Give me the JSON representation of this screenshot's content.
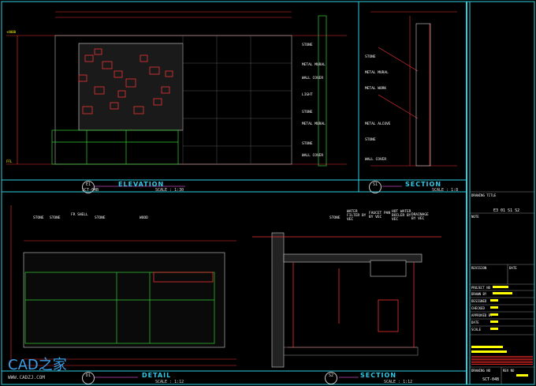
{
  "elevation": {
    "ref": "E1",
    "sheet": "SCT-04B",
    "title": "ELEVATION",
    "scale": "SCALE :  1:30"
  },
  "section_top": {
    "ref": "S1",
    "title": "SECTION",
    "scale": "SCALE :  1:8"
  },
  "detail": {
    "ref": "D1",
    "title": "DETAIL",
    "scale": "SCALE :  1:12"
  },
  "section_bottom": {
    "ref": "S2",
    "title": "SECTION",
    "scale": "SCALE :  1:12"
  },
  "elevation_labels": [
    "STONE",
    "METAL MURAL",
    "WALL COVER",
    "LIGHT",
    "STONE",
    "METAL MURAL",
    "STONE",
    "WALL COVER"
  ],
  "section_labels": [
    "STONE",
    "METAL MURAL",
    "METAL WORK",
    "METAL ALCOVE",
    "STONE",
    "WALL COVER"
  ],
  "detail_labels": [
    "STONE",
    "STONE",
    "FR SHELL",
    "STONE",
    "WOOD"
  ],
  "section2_labels": [
    "STONE",
    "WATER FILTER BY VEC",
    "FAUCET PAN BY VEC",
    "HOT WATER BOILER BY VEC",
    "DRAINAGE BY VEC"
  ],
  "levels": [
    "+4000",
    "FFL"
  ],
  "title_block": {
    "drawing_title_label": "DRAWING TITLE",
    "drawing_no": "E3 01 S1 S2",
    "notes_label": "NOTE",
    "rows": [
      "REVISION",
      "PROJECT NO",
      "DRAWN BY",
      "DESIGNED",
      "CHECKED",
      "APPROVED BY",
      "DATE",
      "SCALE"
    ],
    "date_label": "DATE",
    "drawing_code_label": "DRAWING NO",
    "drawing_code": "SCT-04B",
    "rev_label": "REV NO"
  },
  "watermark": {
    "brand": "CAD之家",
    "url": "WWW.CADZJ.COM"
  }
}
